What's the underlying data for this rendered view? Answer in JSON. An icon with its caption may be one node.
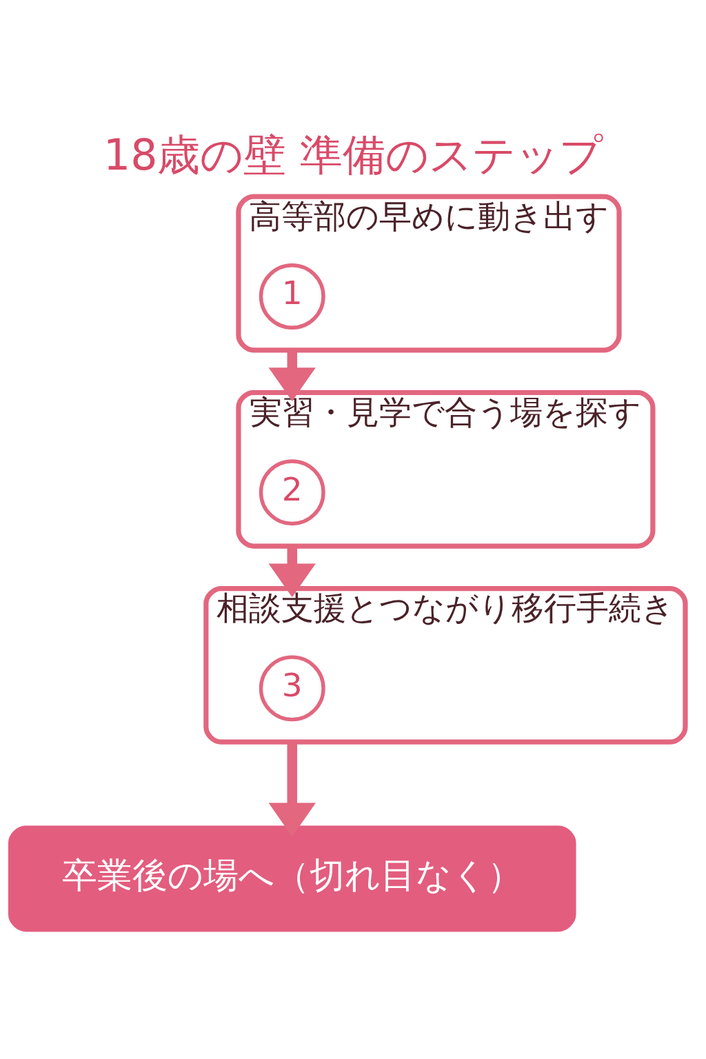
{
  "diagram": {
    "title": "18歳の壁 準備のステップ",
    "nodes": [
      {
        "text": [
          "高等部の早めに動き出す"
        ]
      },
      {
        "text": [
          "1"
        ],
        "in": 0
      },
      {
        "text": [
          "実習・見学で合う場を探す"
        ]
      },
      {
        "text": [
          "2"
        ],
        "in": 2
      },
      {
        "text": [
          "相談支援とつながり移行手続き"
        ]
      },
      {
        "text": [
          "3"
        ],
        "in": 4
      },
      {
        "text": [
          "卒業後の場へ（切れ目なく）"
        ]
      }
    ],
    "edges": [
      {
        "from": 0,
        "to": 2,
        "arrow": "to"
      },
      {
        "from": 2,
        "to": 4,
        "arrow": "to"
      },
      {
        "from": 4,
        "to": 6,
        "arrow": "to"
      }
    ]
  }
}
